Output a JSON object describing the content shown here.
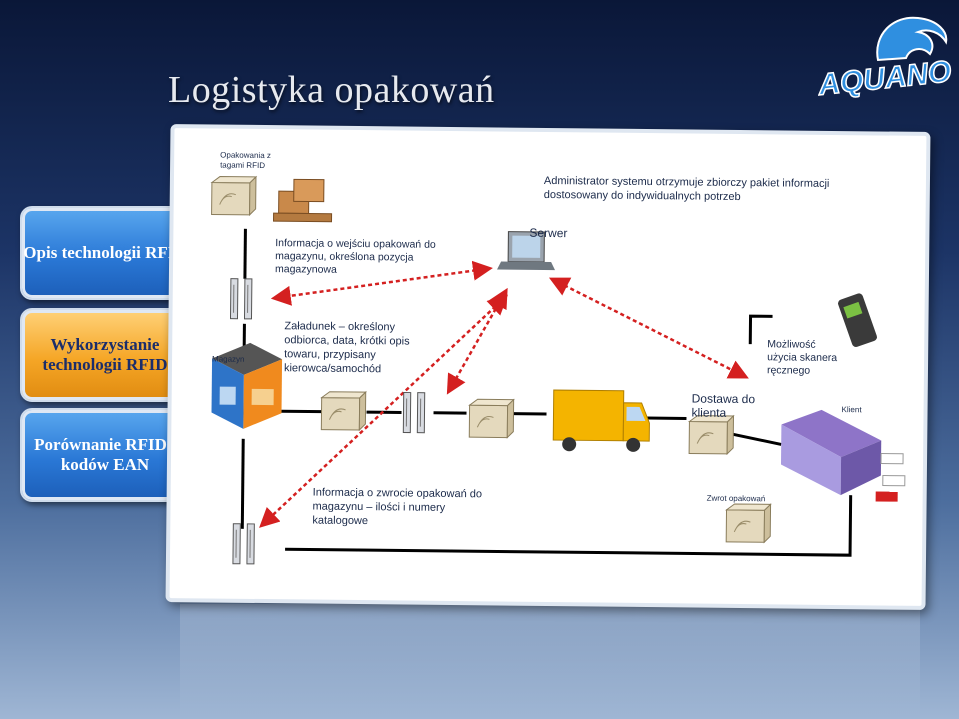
{
  "title": "Logistyka opakowań",
  "logo": {
    "text": "AQUANO",
    "icon": "wave-logo-icon"
  },
  "tabs": [
    {
      "label": "Opis technologii RFID",
      "state": "normal"
    },
    {
      "label": "Wykorzystanie technologii RFID",
      "state": "active"
    },
    {
      "label": "Porównanie RFID i kodów EAN",
      "state": "normal"
    }
  ],
  "diagram": {
    "opakowania_label": "Opakowania z tagami RFID",
    "admin_text": "Administrator systemu otrzymuje zbiorczy pakiet informacji dostosowany do indywidualnych potrzeb",
    "serwer_label": "Serwer",
    "info_wejscie": "Informacja o wejściu opakowań do magazynu, określona pozycja magazynowa",
    "zaladunek": "Załadunek – określony odbiorca, data, krótki opis towaru, przypisany kierowca/samochód",
    "magazyn_label": "Magazyn",
    "dostawa": "Dostawa do klienta",
    "mozliwosc": "Możliwość użycia skanera ręcznego",
    "klient_label": "Klient",
    "info_zwrot": "Informacja o zwrocie opakowań do magazynu – ilości i numery katalogowe",
    "zwrot_label": "Zwrot opakowań",
    "colors": {
      "arrow": "#d42020",
      "line": "#000000",
      "text": "#1b2a4a",
      "truck": "#f4b400",
      "tab_active": "#f5a626",
      "tab_normal": "#2a78d6"
    }
  }
}
